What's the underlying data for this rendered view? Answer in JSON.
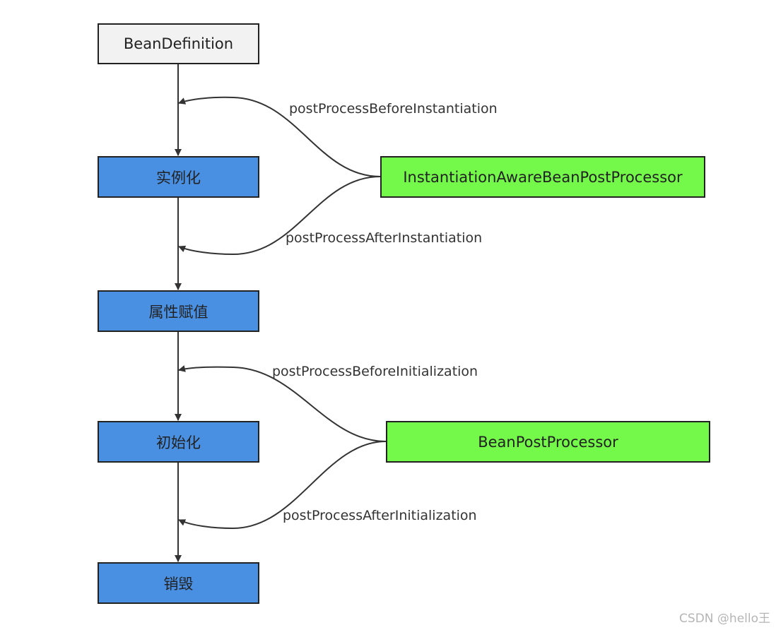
{
  "nodes": {
    "bean_definition": "BeanDefinition",
    "instantiate": "实例化",
    "populate": "属性赋值",
    "initialize": "初始化",
    "destroy": "销毁",
    "instantiation_aware_processor": "InstantiationAwareBeanPostProcessor",
    "bean_post_processor": "BeanPostProcessor"
  },
  "edge_labels": {
    "before_instantiation": "postProcessBeforeInstantiation",
    "after_instantiation": "postProcessAfterInstantiation",
    "before_initialization": "postProcessBeforeInitialization",
    "after_initialization": "postProcessAfterInitialization"
  },
  "colors": {
    "start_node": "#f2f2f2",
    "lifecycle_node": "#4a90e2",
    "processor_node": "#74f84a",
    "line": "#333333"
  },
  "watermark": "CSDN @hello王"
}
